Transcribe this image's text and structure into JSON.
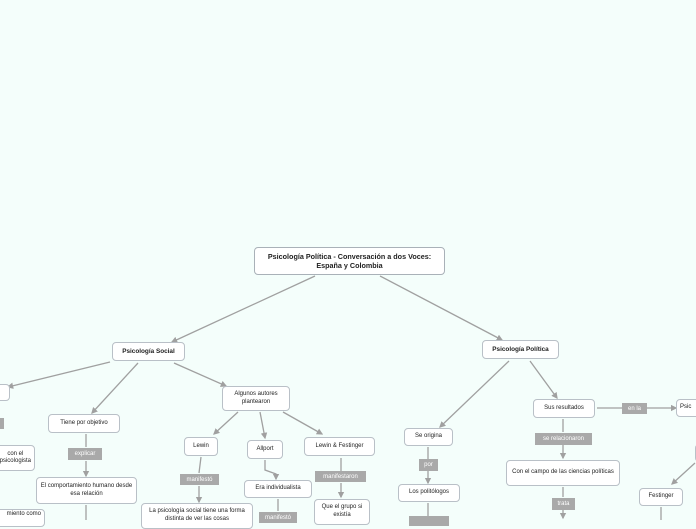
{
  "root": {
    "title": "Psicología Política - Conversación a dos Voces: España y Colombia"
  },
  "branches": {
    "social": "Psicología Social",
    "politica": "Psicología Política"
  },
  "social": {
    "objetivo": "Tiene por objetivo",
    "explicar": "explicar",
    "comportamiento": "El comportamiento humano desde esa relación",
    "partial_left_1": "con el\npsicologista",
    "partial_left_2": "miento como",
    "autores": "Algunos autores plantearon",
    "lewin": "Lewin",
    "manifesto": "manifestó",
    "lewin_text": "La psicología social tiene una forma distinta de ver las cosas",
    "allport": "Allport",
    "individualista": "Era individualista",
    "manifesto2": "manifestó",
    "lewin_festinger": "Lewin & Festinger",
    "manifestaron": "manifestaron",
    "grupo": "Que el grupo si existía"
  },
  "politica": {
    "origina": "Se origina",
    "por": "por",
    "politologos": "Los politólogos",
    "resultados": "Sus resultados",
    "en_la": "en la",
    "psic_partial": "Psic",
    "se_relacionaron": "se relacionaron",
    "ciencias": "Con el campo de las ciencias políticas",
    "trata": "trata",
    "festinger": "Festinger"
  },
  "colors": {
    "background": "#f4fefb",
    "edge": "#a0a0a0",
    "label_bg": "#a9a9a9",
    "node_border": "#b9c0c7"
  }
}
